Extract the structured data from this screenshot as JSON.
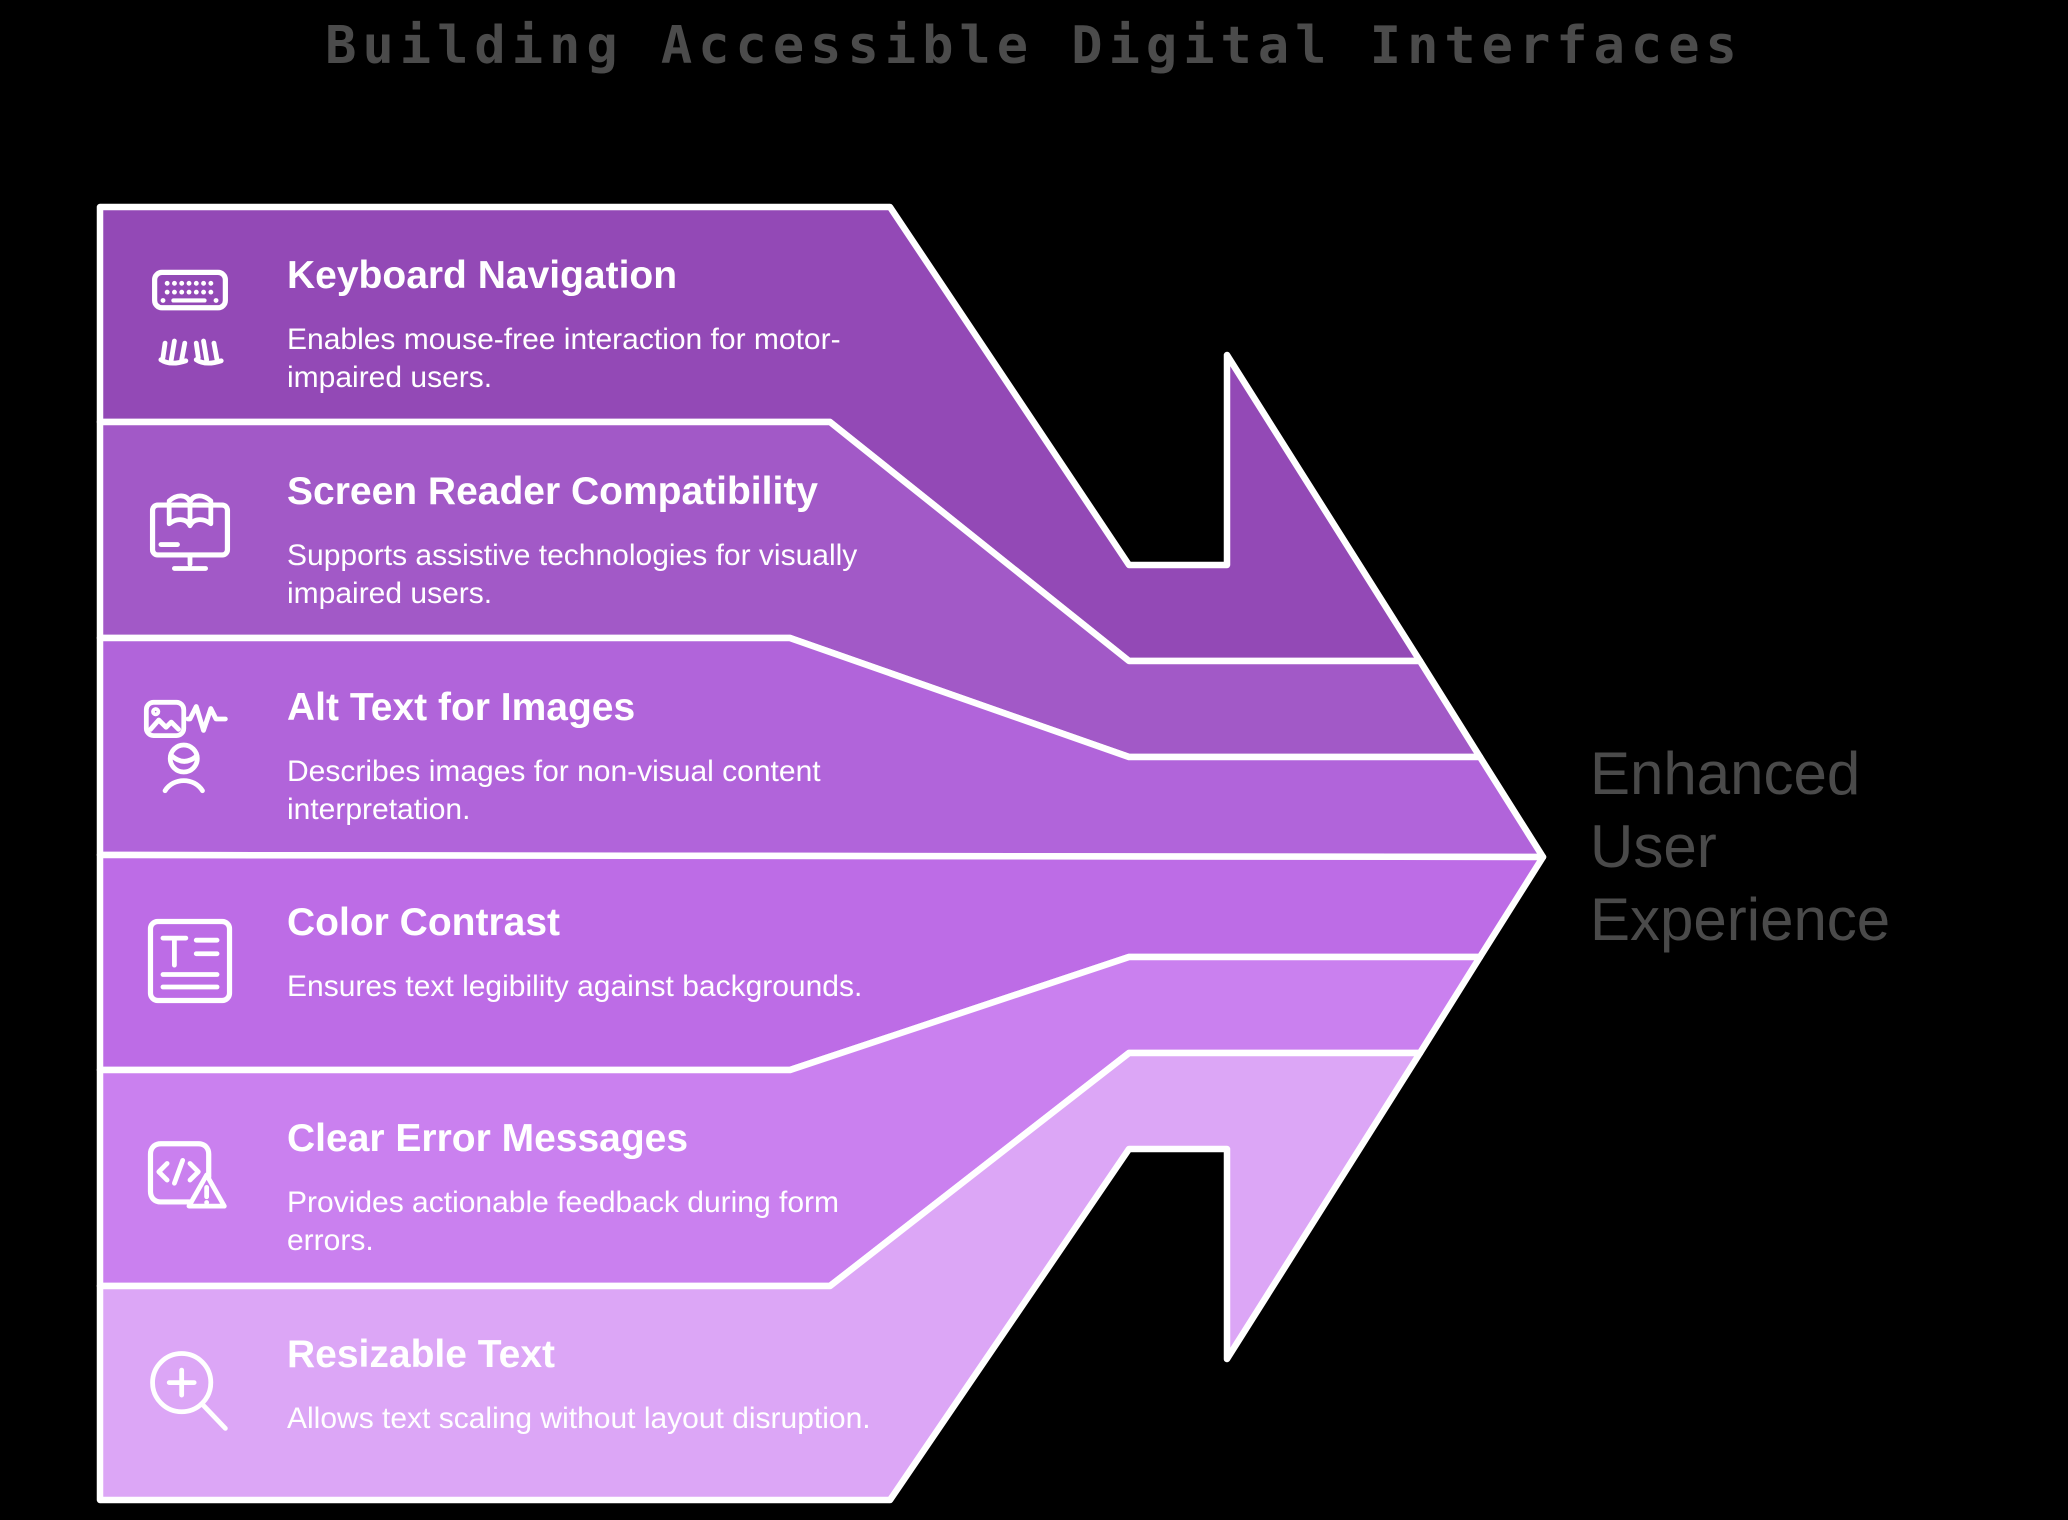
{
  "title": "Building Accessible Digital Interfaces",
  "outcome": {
    "lines": [
      "Enhanced",
      "User",
      "Experience"
    ]
  },
  "colors": {
    "background": "#000000",
    "title_text": "#4b4b4b",
    "outcome_text": "#4a4a4a",
    "band_outline": "#ffffff",
    "band_text": "#ffffff"
  },
  "bands": [
    {
      "title": "Keyboard Navigation",
      "description": "Enables mouse-free interaction for motor-impaired users.",
      "icon": "keyboard-hands-icon",
      "color": "#9349b6"
    },
    {
      "title": "Screen Reader Compatibility",
      "description": "Supports assistive technologies for visually impaired users.",
      "icon": "screen-reader-icon",
      "color": "#a259c7"
    },
    {
      "title": "Alt Text for Images",
      "description": "Describes images for non-visual content interpretation.",
      "icon": "image-alt-icon",
      "color": "#b164da"
    },
    {
      "title": "Color Contrast",
      "description": "Ensures text legibility against backgrounds.",
      "icon": "text-document-icon",
      "color": "#bd6ce6"
    },
    {
      "title": "Clear Error Messages",
      "description": "Provides actionable feedback during form errors.",
      "icon": "code-warning-icon",
      "color": "#ca80ef"
    },
    {
      "title": "Resizable Text",
      "description": "Allows text scaling without layout disruption.",
      "icon": "magnifier-plus-icon",
      "color": "#dca6f6"
    }
  ]
}
